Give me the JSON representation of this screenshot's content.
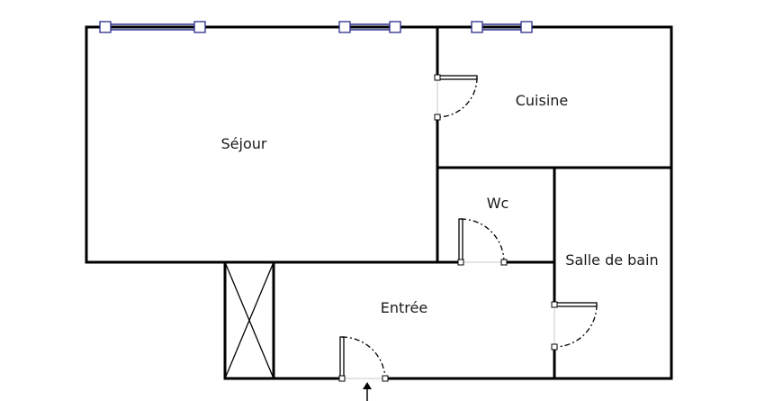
{
  "colors": {
    "wall": "#000000",
    "window": "#2b2b8a",
    "background": "#ffffff"
  },
  "rooms": {
    "sejour": "Séjour",
    "cuisine": "Cuisine",
    "wc": "Wc",
    "salle_de_bain": "Salle de bain",
    "entree": "Entrée"
  },
  "icons": {
    "entrance": "arrow-up-icon",
    "shaft": "crossed-box-icon"
  }
}
